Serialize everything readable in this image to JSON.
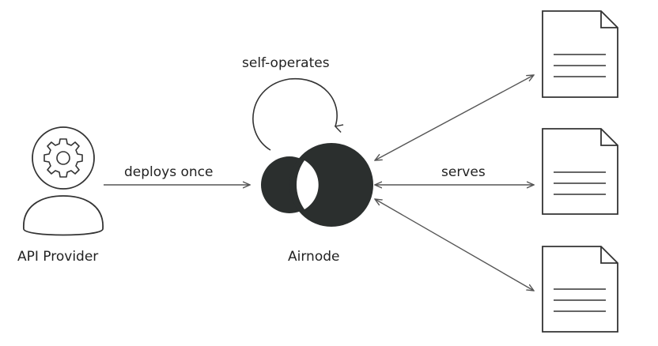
{
  "labels": {
    "api_provider": "API Provider",
    "airnode": "Airnode",
    "deploys": "deploys once",
    "serves": "serves",
    "self_operates": "self-operates"
  },
  "icons": {
    "provider": "api-provider-gear-person-icon",
    "airnode": "airnode-logo-icon",
    "documents": [
      "document-icon",
      "document-icon",
      "document-icon"
    ]
  },
  "colors": {
    "logo": "#2b2f2e",
    "stroke": "#333333",
    "arrow": "#555555"
  }
}
